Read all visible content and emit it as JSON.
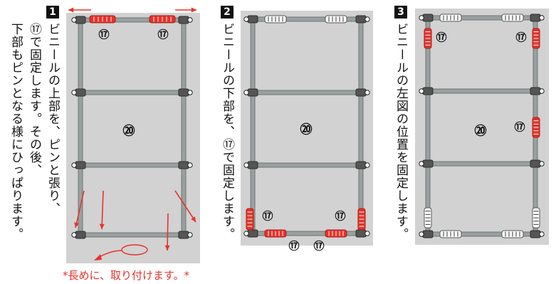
{
  "steps": [
    {
      "number": "1",
      "lines": [
        "ビニールの上部を、ピンと張り、",
        "⑰で固定します。その後、",
        "下部もピンとなる様にひっぱります。"
      ]
    },
    {
      "number": "2",
      "lines": [
        "ビニールの下部を、⑰で固定します。"
      ]
    },
    {
      "number": "3",
      "lines": [
        "ビニールの左図の位置を固定します。"
      ]
    }
  ],
  "labels": {
    "part17": "⑰",
    "part20": "⑳"
  },
  "note": "*長めに、取り付けます。*",
  "colors": {
    "panel": "#d2d2d2",
    "frame": "#9aa0a0",
    "accent": "#e8322b",
    "connector": "#555555"
  }
}
